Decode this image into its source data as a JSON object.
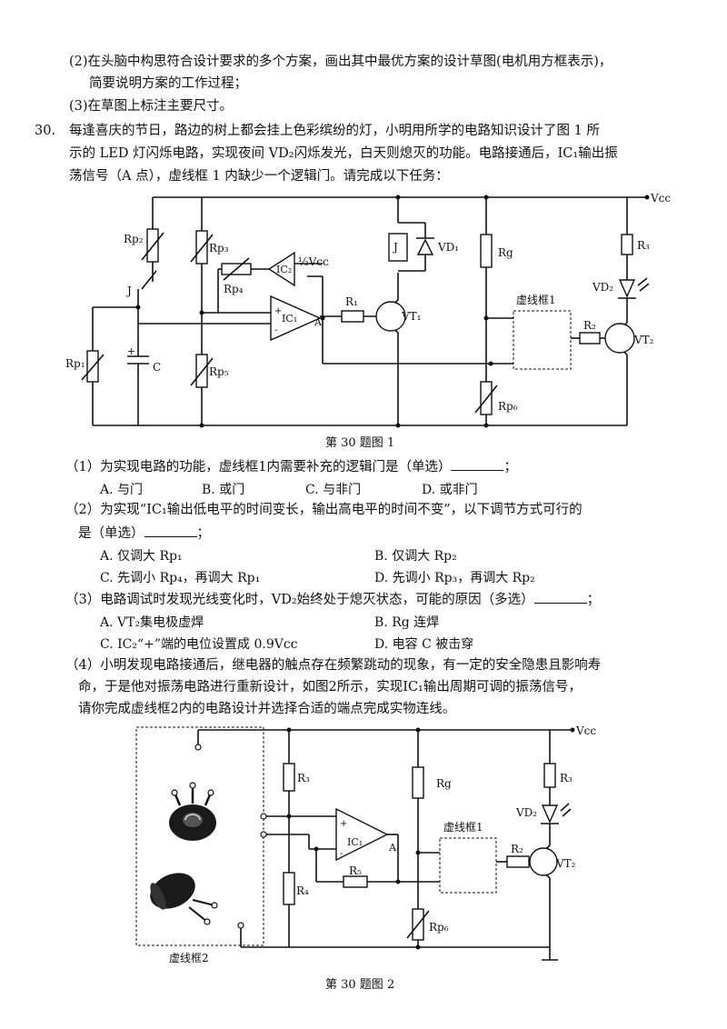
{
  "header_text": {
    "l1": "(2)在头脑中构思符合设计要求的多个方案，画出其中最优方案的设计草图(电机用方框表示)，",
    "l2": "简要说明方案的工作过程；",
    "l3": "(3)在草图上标注主要尺寸。"
  },
  "q30": {
    "number": "30.",
    "stem1": "每逢喜庆的节日，路边的树上都会挂上色彩缤纷的灯，小明用所学的电路知识设计了图 1 所",
    "stem2": "示的 LED 灯闪烁电路，实现夜间 VD₂闪烁发光，白天则熄灭的功能。电路接通后，IC₁输出振",
    "stem3": "荡信号（A 点），虚线框 1 内缺少一个逻辑门。请完成以下任务："
  },
  "figure1": {
    "caption": "第 30 题图 1",
    "labels": {
      "vcc": "Vcc",
      "rp2": "Rp₂",
      "rp3": "Rp₃",
      "rp4": "Rp₄",
      "rp1": "Rp₁",
      "rp5": "Rp₅",
      "rp6": "Rp₆",
      "ic2": "IC₂",
      "ic1": "IC₁",
      "half_vcc": "½Vcc",
      "j_switch": "J",
      "j_coil": "J",
      "vd1": "VD₁",
      "rg": "Rg",
      "r3": "R₃",
      "vd2": "VD₂",
      "r1": "R₁",
      "vt1": "VT₁",
      "a": "A",
      "box1": "虚线框1",
      "r2": "R₂",
      "vt2": "VT₂",
      "c": "C",
      "plus": "+",
      "minus": "-"
    }
  },
  "q1": {
    "text": "（1）为实现电路的功能，虚线框1内需要补充的逻辑门是（单选）",
    "end": "；",
    "options": [
      "A. 与门",
      "B. 或门",
      "C. 与非门",
      "D. 或非门"
    ]
  },
  "q2": {
    "text1": "（2）为实现“IC₁输出低电平的时间变长，输出高电平的时间不变”，以下调节方式可行的",
    "text2": "是（单选）",
    "end": "；",
    "options": [
      "A. 仅调大 Rp₁",
      "B. 仅调大 Rp₂",
      "C. 先调小 Rp₄，再调大 Rp₁",
      "D. 先调小 Rp₃，再调大 Rp₂"
    ]
  },
  "q3": {
    "text": "（3）电路调试时发现光线变化时，VD₂始终处于熄灭状态，可能的原因（多选）",
    "end": "；",
    "options": [
      "A. VT₂集电极虚焊",
      "B. Rg 连焊",
      "C. IC₂“+”端的电位设置成 0.9Vcc",
      "D. 电容 C 被击穿"
    ]
  },
  "q4": {
    "l1": "（4）小明发现电路接通后，继电器的触点存在频繁跳动的现象，有一定的安全隐患且影响寿",
    "l2": "命，于是他对振荡电路进行重新设计，如图2所示，实现IC₁输出周期可调的振荡信号，",
    "l3": "请你完成虚线框2内的电路设计并选择合适的端点完成实物连线。"
  },
  "figure2": {
    "caption": "第 30 题图 2",
    "labels": {
      "vcc": "Vcc",
      "r3a": "R₃",
      "r4": "R₄",
      "r5": "R₅",
      "ic1": "IC₁",
      "a": "A",
      "rg": "Rg",
      "box1": "虚线框1",
      "r2": "R₂",
      "vt2": "VT₂",
      "r3b": "R₃",
      "vd2": "VD₂",
      "rp6": "Rp₆",
      "box2": "虚线框2",
      "plus": "+",
      "minus": "-"
    }
  }
}
